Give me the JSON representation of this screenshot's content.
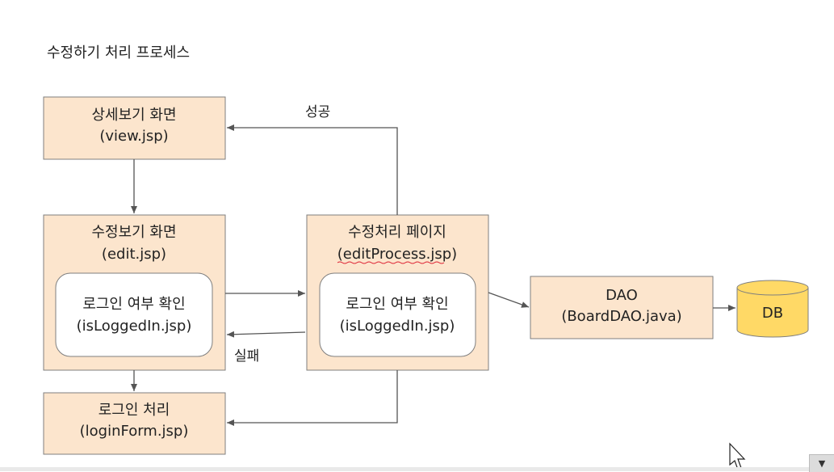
{
  "title": "수정하기 처리 프로세스",
  "nodes": {
    "view": {
      "line1": "상세보기 화면",
      "line2": "(view.jsp)"
    },
    "edit": {
      "line1": "수정보기 화면",
      "line2": "(edit.jsp)"
    },
    "edit_check": {
      "line1": "로그인 여부 확인",
      "line2": "(isLoggedIn.jsp)"
    },
    "process": {
      "line1": "수정처리 페이지",
      "line2": "(editProcess.jsp)"
    },
    "process_check": {
      "line1": "로그인 여부 확인",
      "line2": "(isLoggedIn.jsp)"
    },
    "login": {
      "line1": "로그인 처리",
      "line2": "(loginForm.jsp)"
    },
    "dao": {
      "line1": "DAO",
      "line2": "(BoardDAO.java)"
    },
    "db": {
      "label": "DB"
    }
  },
  "edge_labels": {
    "success": "성공",
    "failure": "실패"
  },
  "colors": {
    "node_fill": "#fce5cd",
    "db_fill": "#ffd966",
    "border": "#7f7f7f"
  },
  "icons": {
    "cursor": "mouse-pointer-icon",
    "corner": "scroll-down-icon"
  }
}
